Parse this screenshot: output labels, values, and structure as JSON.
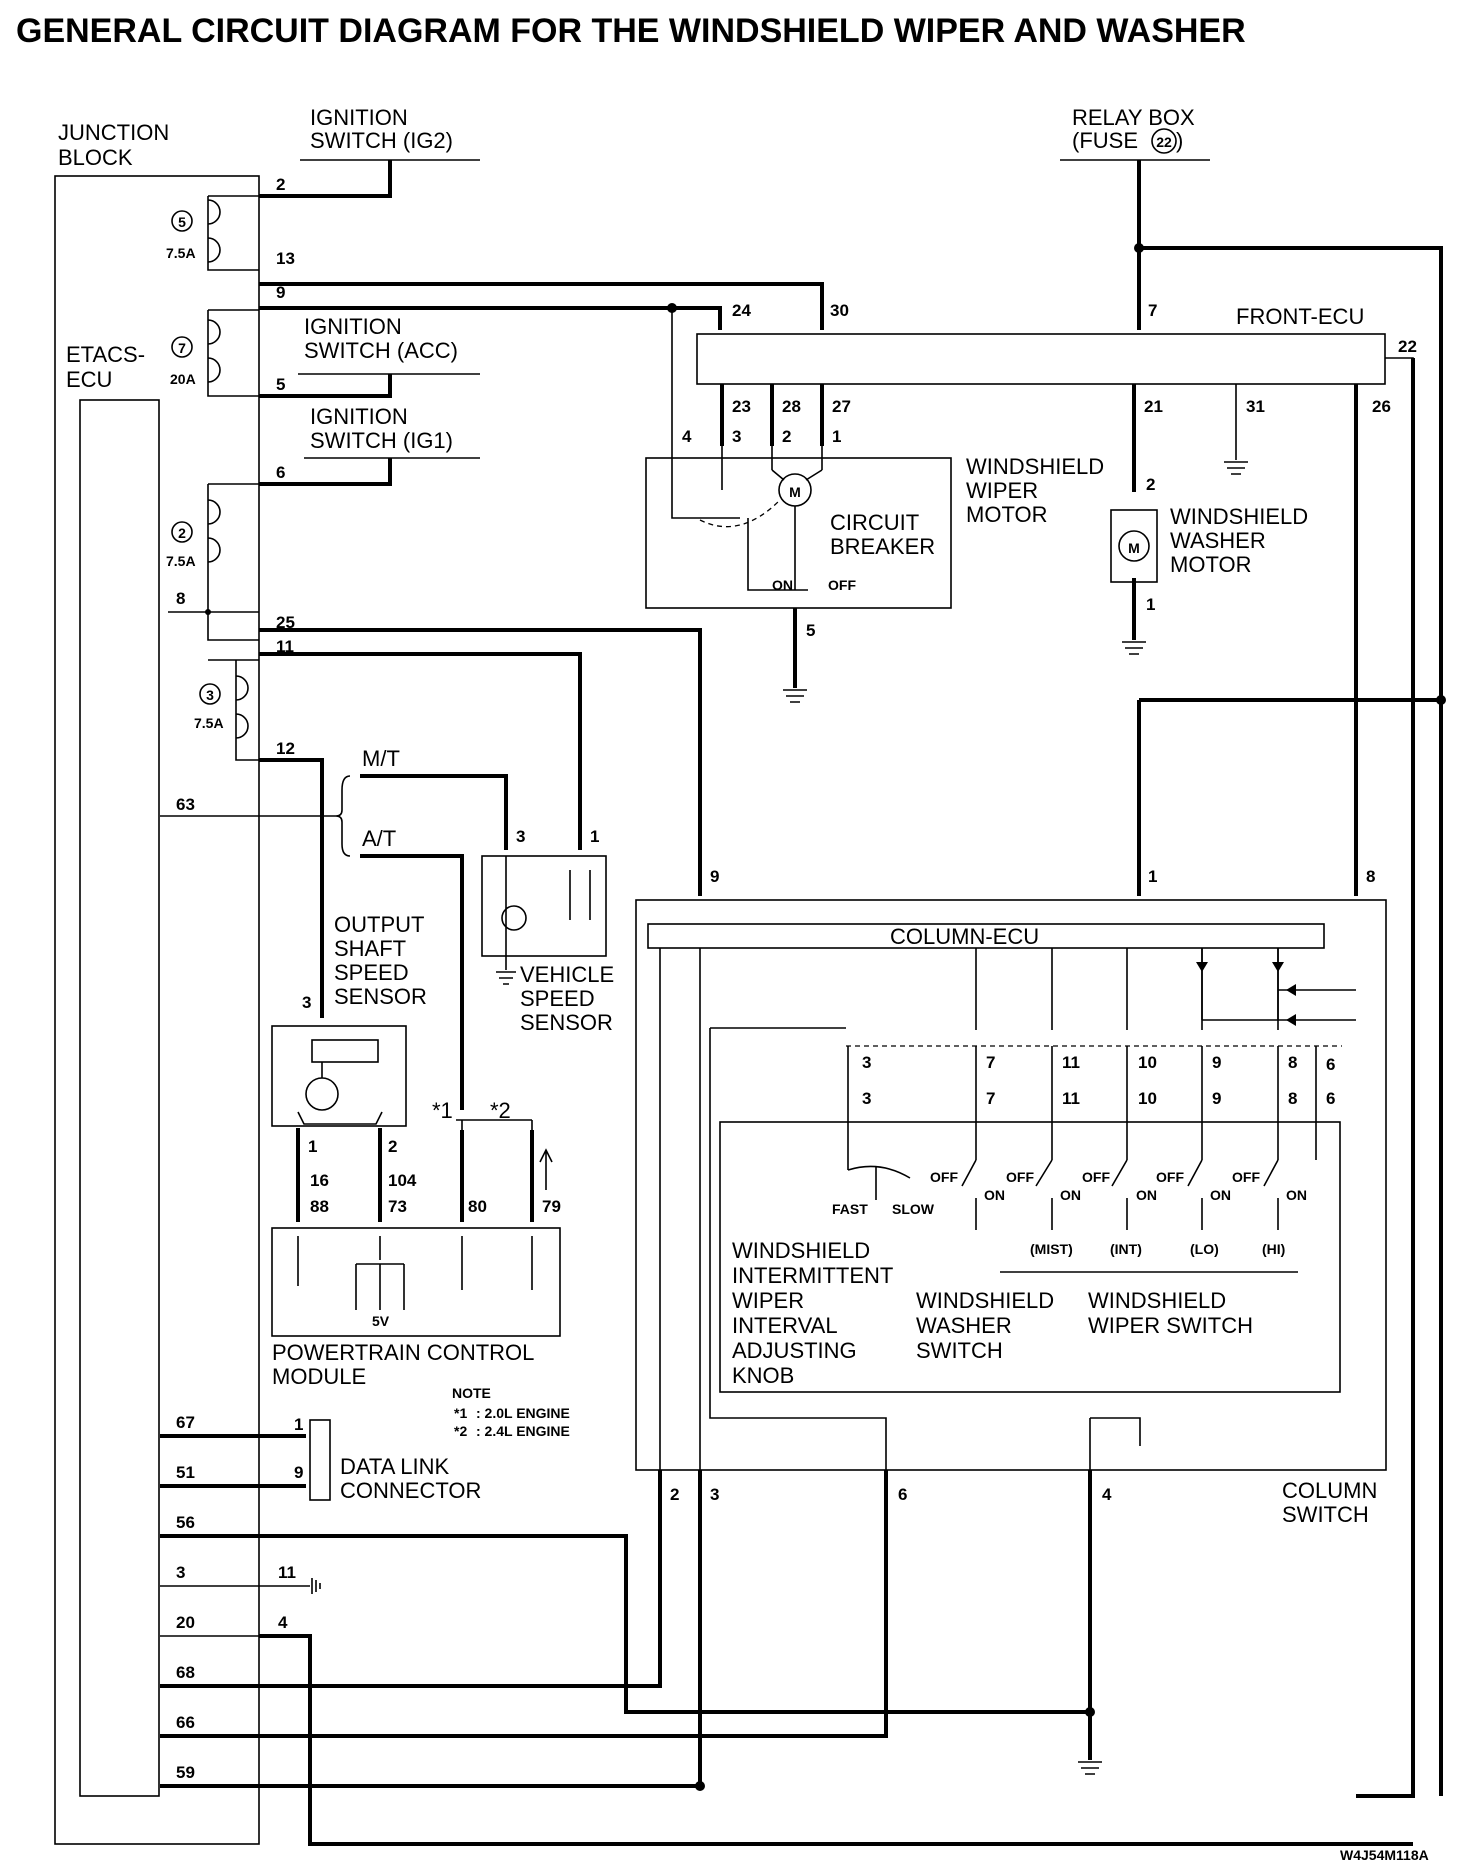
{
  "title": "GENERAL CIRCUIT DIAGRAM FOR THE WINDSHIELD WIPER AND WASHER",
  "code": "W4J54M118A",
  "labels": {
    "junction_block": [
      "JUNCTION",
      "BLOCK"
    ],
    "etacs_ecu": [
      "ETACS-",
      "ECU"
    ],
    "ig2": [
      "IGNITION",
      "SWITCH (IG2)"
    ],
    "acc": [
      "IGNITION",
      "SWITCH (ACC)"
    ],
    "ig1": [
      "IGNITION",
      "SWITCH (IG1)"
    ],
    "relay_box": [
      "RELAY BOX",
      "(FUSE",
      ")"
    ],
    "relay_fuse_no": "22",
    "front_ecu": "FRONT-ECU",
    "wiper_motor": [
      "WINDSHIELD",
      "WIPER",
      "MOTOR"
    ],
    "circuit_breaker": [
      "CIRCUIT",
      "BREAKER"
    ],
    "washer_motor": [
      "WINDSHIELD",
      "WASHER",
      "MOTOR"
    ],
    "on": "ON",
    "off": "OFF",
    "mt": "M/T",
    "at": "A/T",
    "vss": [
      "VEHICLE",
      "SPEED",
      "SENSOR"
    ],
    "oss": [
      "OUTPUT",
      "SHAFT",
      "SPEED",
      "SENSOR"
    ],
    "pcm": [
      "POWERTRAIN CONTROL",
      "MODULE"
    ],
    "five_v": "5V",
    "column_ecu": "COLUMN-ECU",
    "column_switch": [
      "COLUMN",
      "SWITCH"
    ],
    "intermittent_knob": [
      "WINDSHIELD",
      "INTERMITTENT",
      "WIPER",
      "INTERVAL",
      "ADJUSTING",
      "KNOB"
    ],
    "washer_switch": [
      "WINDSHIELD",
      "WASHER",
      "SWITCH"
    ],
    "wiper_switch": [
      "WINDSHIELD",
      "WIPER SWITCH"
    ],
    "fast": "FAST",
    "slow": "SLOW",
    "modes": [
      "(MIST)",
      "(INT)",
      "(LO)",
      "(HI)"
    ],
    "dlc": [
      "DATA LINK",
      "CONNECTOR"
    ],
    "note_title": "NOTE",
    "note1": ": 2.0L ENGINE",
    "note2": ": 2.4L ENGINE",
    "star1": "*1",
    "star2": "*2"
  },
  "fuses": [
    {
      "no": "5",
      "rating": "7.5A"
    },
    {
      "no": "7",
      "rating": "20A"
    },
    {
      "no": "2",
      "rating": "7.5A"
    },
    {
      "no": "3",
      "rating": "7.5A"
    }
  ],
  "pins": {
    "jb_right": [
      "2",
      "13",
      "9",
      "5",
      "6",
      "25",
      "11",
      "12"
    ],
    "jb_left": [
      "8",
      "63",
      "67",
      "51",
      "56",
      "3",
      "20",
      "68",
      "66",
      "59"
    ],
    "jb_ground": [
      "11",
      "4"
    ],
    "front_ecu_top": [
      "24",
      "30",
      "7"
    ],
    "front_ecu_22": "22",
    "front_ecu_bottom": [
      "23",
      "28",
      "27",
      "21",
      "31",
      "26"
    ],
    "wiper_motor": [
      "4",
      "3",
      "2",
      "1",
      "5"
    ],
    "washer_motor": [
      "2",
      "1"
    ],
    "vss": [
      "3",
      "1"
    ],
    "oss": [
      "3",
      "1",
      "2"
    ],
    "pcm_a": [
      "16",
      "88"
    ],
    "pcm_b": [
      "104",
      "73"
    ],
    "pcm_c": [
      "80",
      "79"
    ],
    "dlc": [
      "1",
      "9"
    ],
    "column_top": [
      "9",
      "1",
      "8"
    ],
    "column_bottom": [
      "2",
      "3",
      "6",
      "4"
    ],
    "col_internal_top": [
      "3",
      "7",
      "11",
      "10",
      "9",
      "8",
      "6"
    ],
    "col_internal_bottom": [
      "3",
      "7",
      "11",
      "10",
      "9",
      "8",
      "6"
    ]
  }
}
